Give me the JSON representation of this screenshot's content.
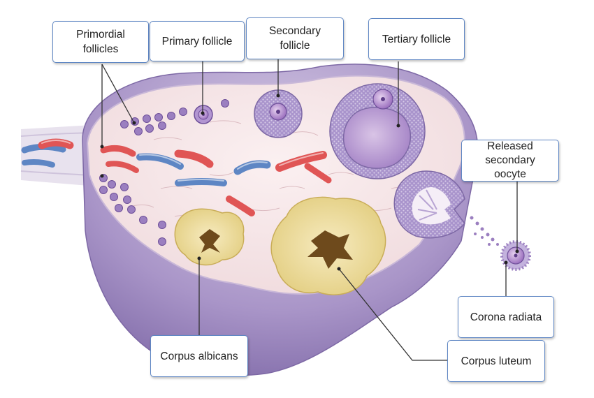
{
  "labels": {
    "primordial_follicles": [
      "Primordial",
      "follicles"
    ],
    "primary_follicle": "Primary follicle",
    "secondary_follicle": [
      "Secondary",
      "follicle"
    ],
    "tertiary_follicle": "Tertiary follicle",
    "released_secondary_oocyte": [
      "Released",
      "secondary",
      "oocyte"
    ],
    "corona_radiata": "Corona radiata",
    "corpus_albicans": "Corpus albicans",
    "corpus_luteum": "Corpus luteum"
  },
  "colors": {
    "label_border": "#5f87c4",
    "stroma": "#f5e4e6",
    "ovary_base": "#9d86bd",
    "follicle": "#9b7fc0",
    "antrum": "#c3a3d6",
    "artery": "#e05555",
    "vein": "#5e86c4",
    "corpus": "#f0dea0",
    "leader_line": "#333333"
  }
}
